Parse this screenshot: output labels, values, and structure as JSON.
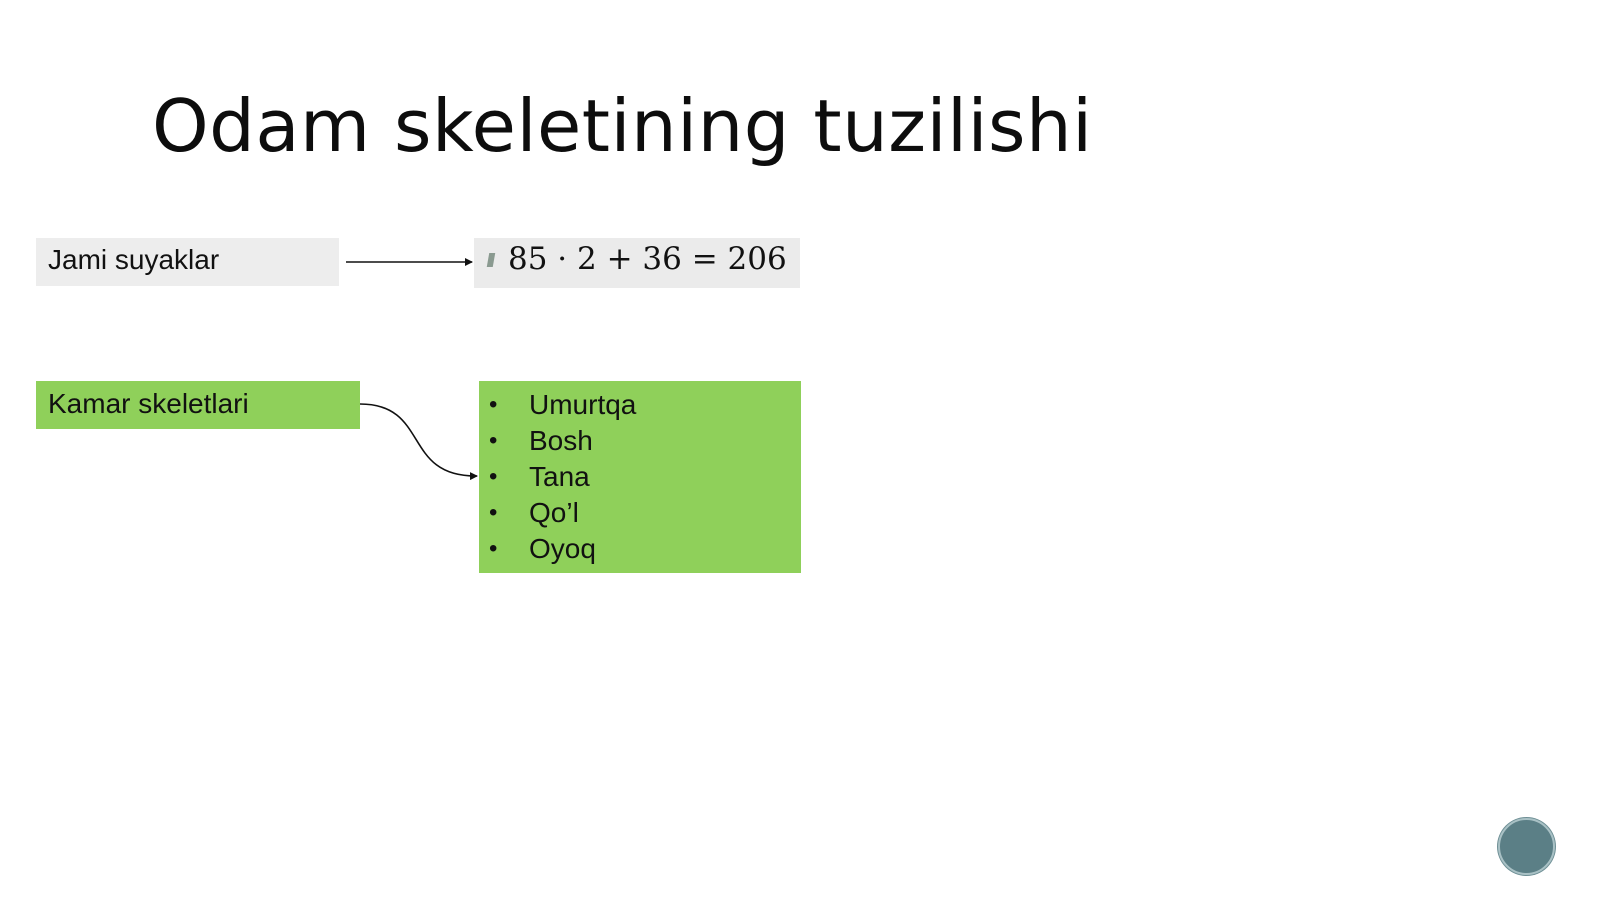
{
  "slide": {
    "title": "Odam skeletining tuzilishi"
  },
  "total_bones": {
    "label": "Jami suyaklar",
    "formula": "85 · 2 + 36 = 206"
  },
  "belt_skeletons": {
    "label": "Kamar skeletlari",
    "items": [
      "Umurtqa",
      "Bosh",
      "Tana",
      "Qo’l",
      "Oyoq"
    ]
  },
  "colors": {
    "green_box": "#8fd05a",
    "gray_box": "#ededed",
    "nav_button": "#5b7f86"
  },
  "icons": {
    "bullet": "•"
  }
}
